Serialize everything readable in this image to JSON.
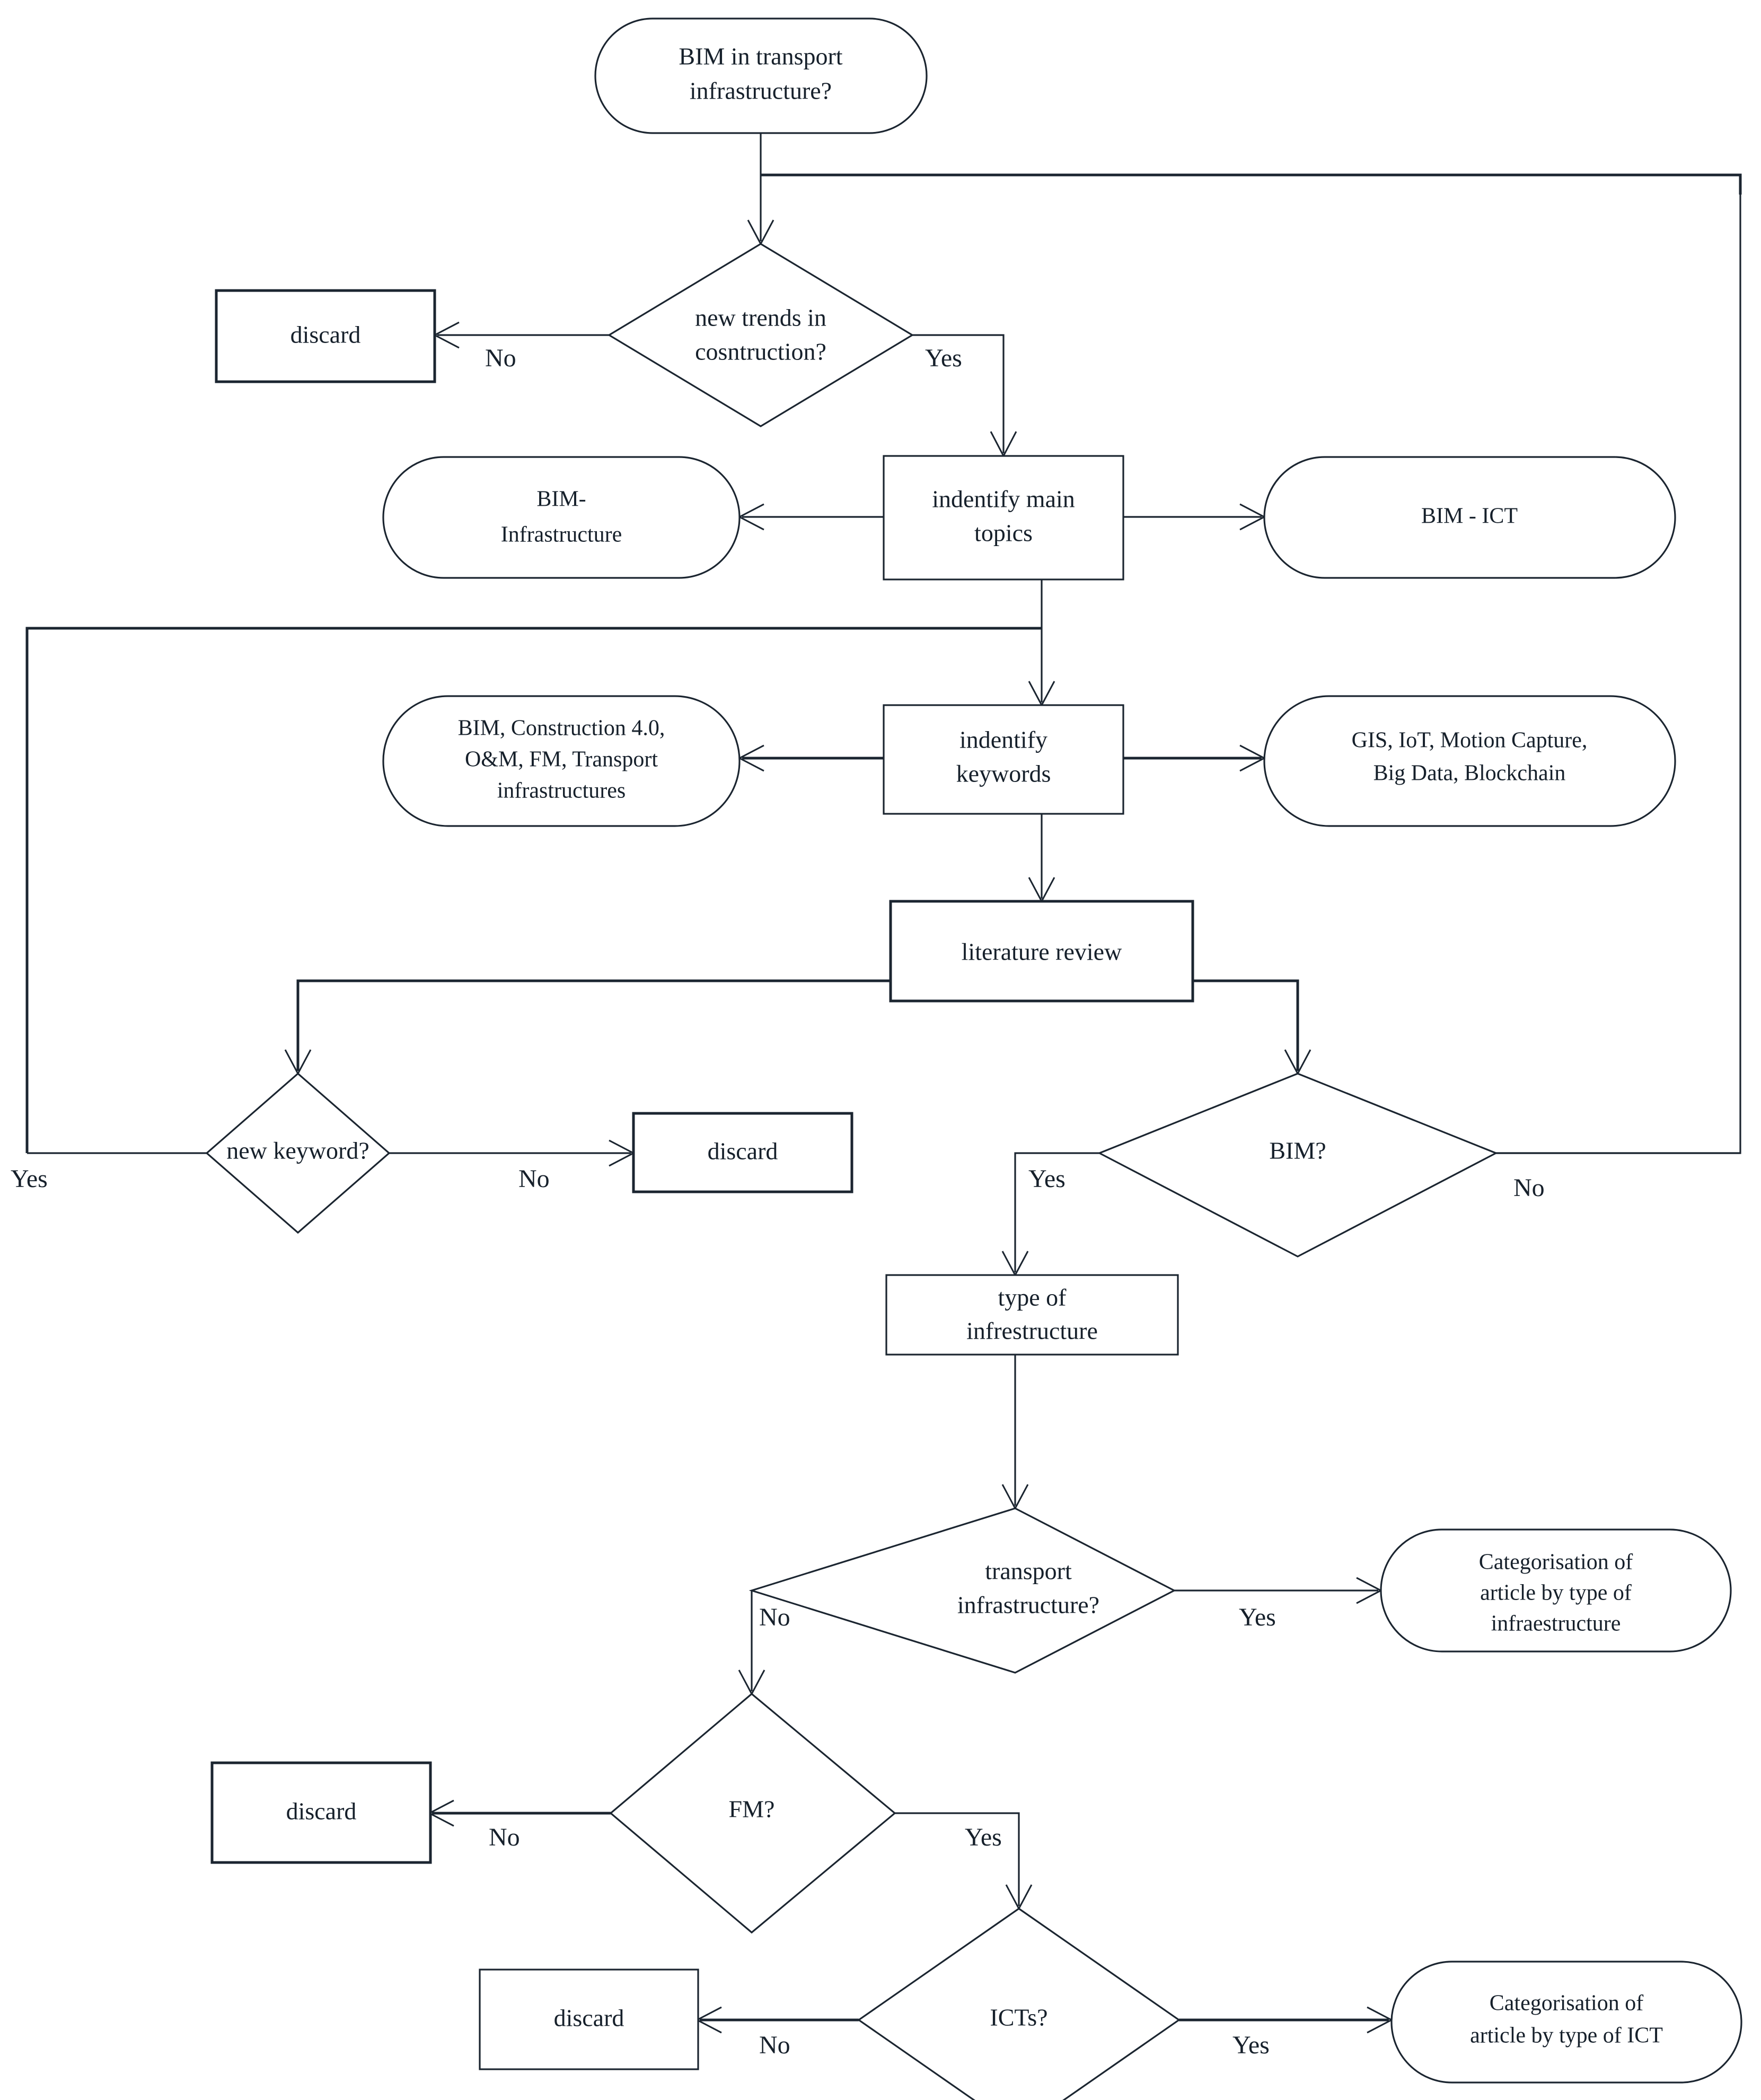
{
  "diagram": {
    "title": "BIM in transport infrastructure literature review methodology flowchart",
    "colors": {
      "stroke": "#1b2530",
      "text": "#16202b",
      "background": "#ffffff"
    },
    "nodes": {
      "start": {
        "shape": "stadium",
        "lines": [
          "BIM in transport",
          "infrastructure?"
        ]
      },
      "new_trends": {
        "shape": "diamond",
        "lines": [
          "new trends in",
          "cosntruction?"
        ]
      },
      "discard_1": {
        "shape": "rect",
        "lines": [
          "discard"
        ]
      },
      "identify_topics": {
        "shape": "rect",
        "lines": [
          "indentify main",
          "topics"
        ]
      },
      "bim_infrastructure": {
        "shape": "stadium",
        "lines": [
          "BIM-",
          "Infrastructure"
        ]
      },
      "bim_ict": {
        "shape": "stadium",
        "lines": [
          "BIM - ICT"
        ]
      },
      "identify_keywords": {
        "shape": "rect",
        "lines": [
          "indentify",
          "keywords"
        ]
      },
      "keywords_left": {
        "shape": "stadium",
        "lines": [
          "BIM, Construction 4.0,",
          "O&M, FM, Transport",
          "infrastructures"
        ]
      },
      "keywords_right": {
        "shape": "stadium",
        "lines": [
          "GIS, IoT, Motion Capture,",
          "Big Data, Blockchain"
        ]
      },
      "literature_review": {
        "shape": "rect",
        "lines": [
          "literature review"
        ]
      },
      "new_keyword": {
        "shape": "diamond",
        "lines": [
          "new  keyword?"
        ]
      },
      "discard_2": {
        "shape": "rect",
        "lines": [
          "discard"
        ]
      },
      "bim_q": {
        "shape": "diamond",
        "lines": [
          "BIM?"
        ]
      },
      "type_of_infrastructure": {
        "shape": "rect",
        "lines": [
          "type of",
          "infrestructure"
        ]
      },
      "transport_infrastructure": {
        "shape": "diamond",
        "lines": [
          "transport",
          "infrastructure?"
        ]
      },
      "categorisation_infra": {
        "shape": "stadium",
        "lines": [
          "Categorisation of",
          "article by type of",
          "infraestructure"
        ]
      },
      "fm_q": {
        "shape": "diamond",
        "lines": [
          "FM?"
        ]
      },
      "discard_3": {
        "shape": "rect",
        "lines": [
          "discard"
        ]
      },
      "icts_q": {
        "shape": "diamond",
        "lines": [
          "ICTs?"
        ]
      },
      "discard_4": {
        "shape": "rect",
        "lines": [
          "discard"
        ]
      },
      "categorisation_ict": {
        "shape": "stadium",
        "lines": [
          "Categorisation of",
          "article by type of ICT"
        ]
      }
    },
    "edge_labels": {
      "new_trends_no": "No",
      "new_trends_yes": "Yes",
      "new_keyword_yes": "Yes",
      "new_keyword_no": "No",
      "bim_yes": "Yes",
      "bim_no": "No",
      "transport_no": "No",
      "transport_yes": "Yes",
      "fm_no": "No",
      "fm_yes": "Yes",
      "icts_no": "No",
      "icts_yes": "Yes"
    }
  }
}
